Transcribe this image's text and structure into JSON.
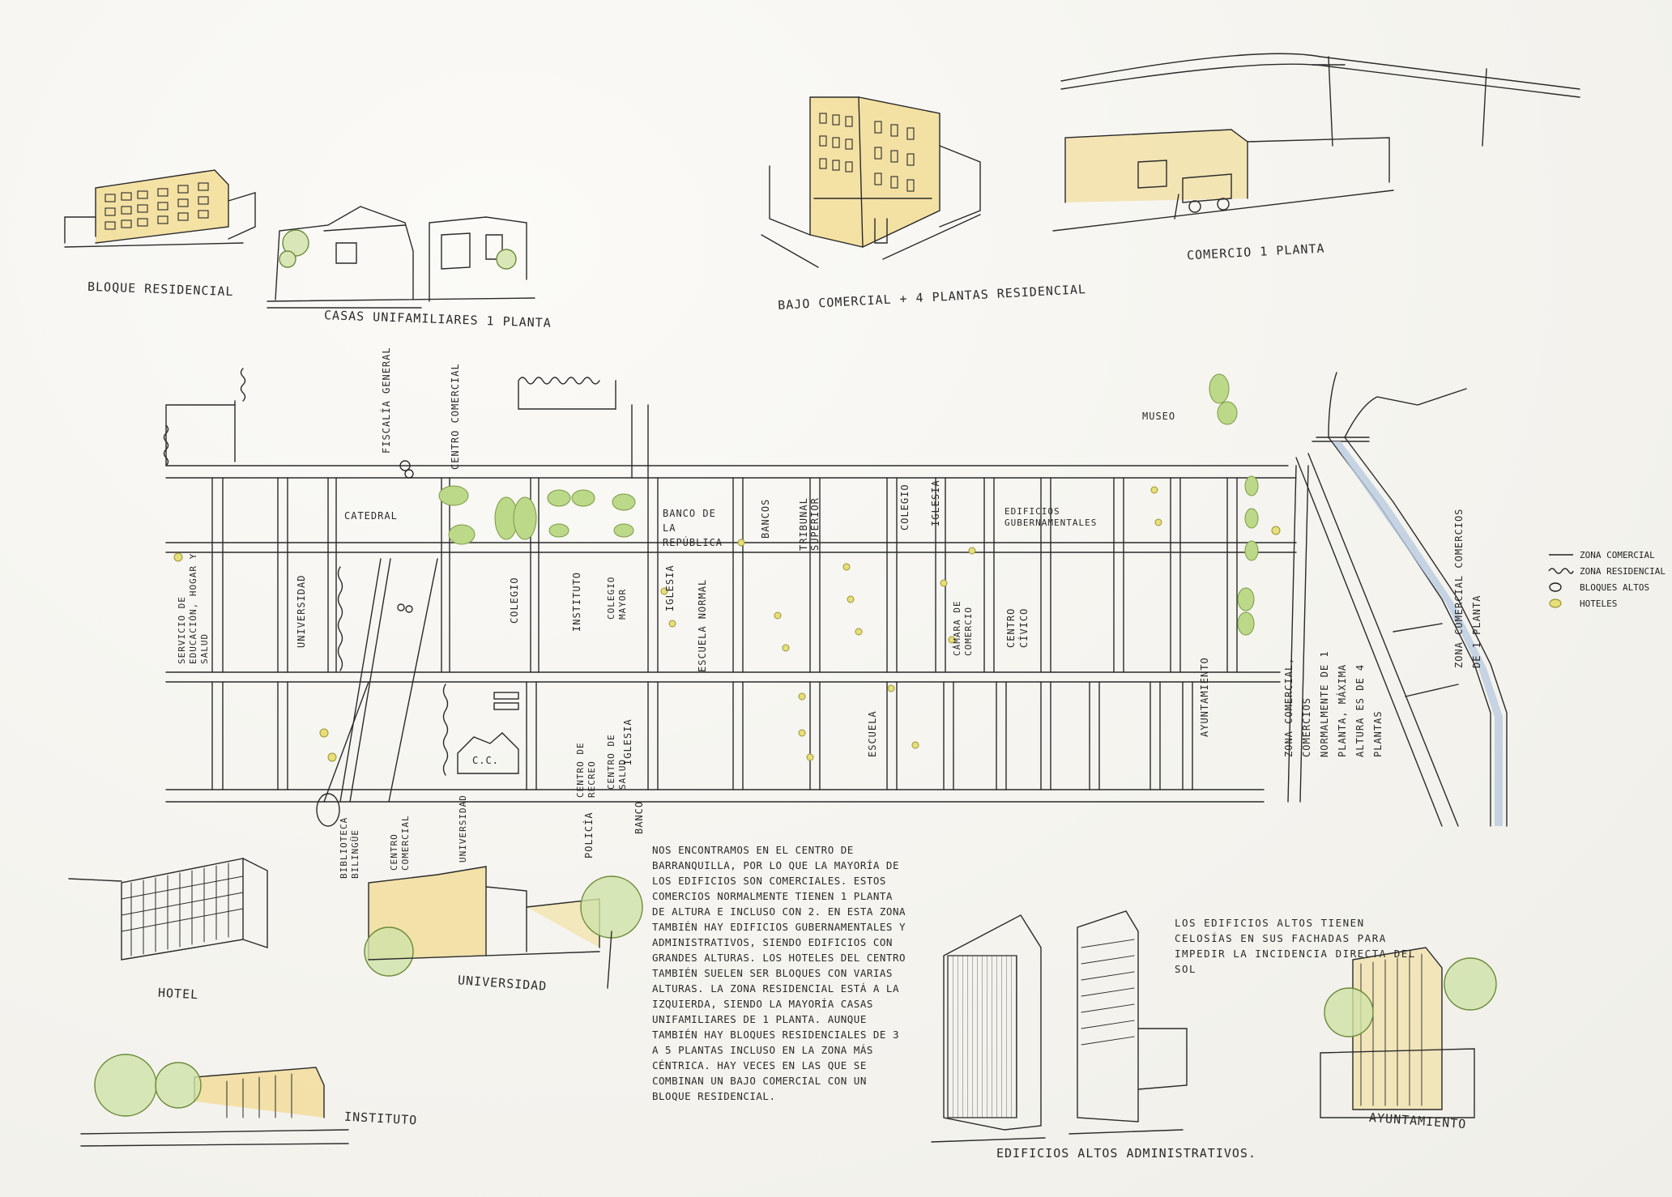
{
  "sketch_captions": {
    "bloque_residencial": "Bloque residencial",
    "casas_unifamiliares": "Casas unifamiliares 1 planta",
    "bajo_comercial": "Bajo comercial + 4 plantas residencial",
    "comercio_1_planta": "Comercio 1 planta",
    "hotel": "Hotel",
    "universidad": "Universidad",
    "instituto": "Instituto",
    "edificios_altos": "Edificios altos administrativos.",
    "ayuntamiento": "Ayuntamiento"
  },
  "map_labels": {
    "fiscalia": "Fiscalía General",
    "centro_comercial_top": "Centro comercial",
    "museo": "Museo",
    "catedral": "Catedral",
    "banco_republica": "Banco de la República",
    "bancos": "Bancos",
    "tribunal": "Tribunal superior",
    "iglesia_top": "Iglesia",
    "colegio_top": "Colegio",
    "edificios_gub": "Edificios gubernamentales",
    "servicio_salud": "Servicio de educación, hogar y salud",
    "universidad_map": "Universidad",
    "colegio_mid": "Colegio",
    "instituto_map": "Instituto",
    "colegio_mayor": "Colegio mayor",
    "iglesia_mid": "Iglesia",
    "escuela_normal": "Escuela normal",
    "camara_comercio": "Cámara de comercio",
    "centro_civico": "Centro cívico",
    "zona_comercial_note": "Zona comercial, comercios normalmente de 1 planta, máxima altura es de 4 plantas",
    "zona_comercial_right": "Zona comercial comercios de 1 planta",
    "centro_recreo": "Centro de recreo",
    "centro_salud": "Centro de salud",
    "iglesia_low": "Iglesia",
    "escuela": "Escuela",
    "ayuntamiento_map": "Ayuntamiento",
    "cc": "C.C.",
    "biblioteca": "Biblioteca bilingüe",
    "centro_comercial_low": "Centro comercial",
    "universidad_low": "Universidad",
    "policia": "Policía",
    "banco_low": "Banco"
  },
  "legend": {
    "items": [
      {
        "label": "Zona comercial",
        "symbol": "line"
      },
      {
        "label": "Zona residencial",
        "symbol": "wave"
      },
      {
        "label": "Bloques altos",
        "symbol": "circle"
      },
      {
        "label": "Hoteles",
        "symbol": "yellow-circle"
      }
    ],
    "colors": {
      "tree": "#b9d68a",
      "hotel": "#e6df7a",
      "building": "#f0d98c",
      "water": "#b9cbe0"
    }
  },
  "notes": {
    "main": "Nos encontramos en el centro de Barranquilla, por lo que la mayoría de los edificios son comerciales. Estos comercios normalmente tienen 1 planta de altura e incluso con 2. En esta zona también hay edificios gubernamentales y administrativos, siendo edificios con grandes alturas. Los hoteles del centro también suelen ser bloques con varias alturas. La zona residencial está a la izquierda, siendo la mayoría casas unifamiliares de 1 planta. Aunque también hay bloques residenciales de 3 a 5 plantas incluso en la zona más céntrica. Hay veces en las que se combinan un bajo comercial con un bloque residencial.",
    "celosias": "Los edificios altos tienen celosías en sus fachadas para impedir la incidencia directa del sol"
  }
}
